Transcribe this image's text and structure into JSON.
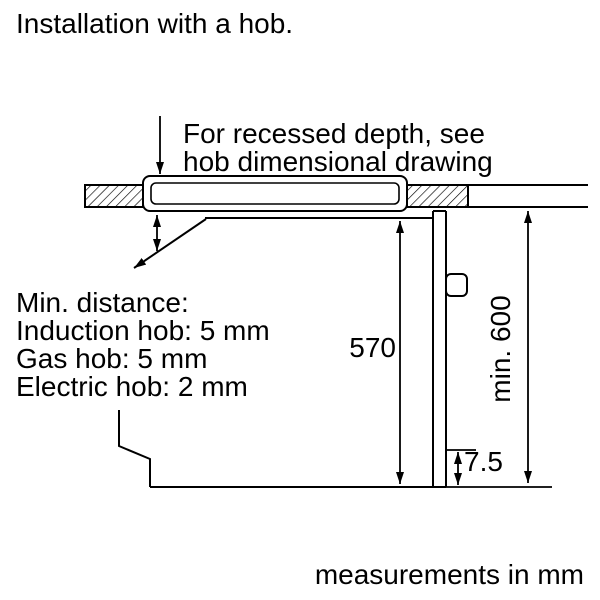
{
  "page": {
    "title": "Installation with a hob.",
    "footer_note": "measurements in mm"
  },
  "colors": {
    "ink": "#000000",
    "paper": "#ffffff"
  },
  "annotation": {
    "line1": "For recessed depth, see",
    "line2": "hob dimensional drawing"
  },
  "min_distance_note": {
    "heading": "Min. distance:",
    "induction": "Induction hob: 5 mm",
    "gas": "Gas hob: 5 mm",
    "electric": "Electric hob: 2 mm"
  },
  "dimensions": {
    "oven_front_height_mm": "570",
    "installation_height_mm": "min. 600",
    "bottom_clearance_mm": "7.5"
  }
}
